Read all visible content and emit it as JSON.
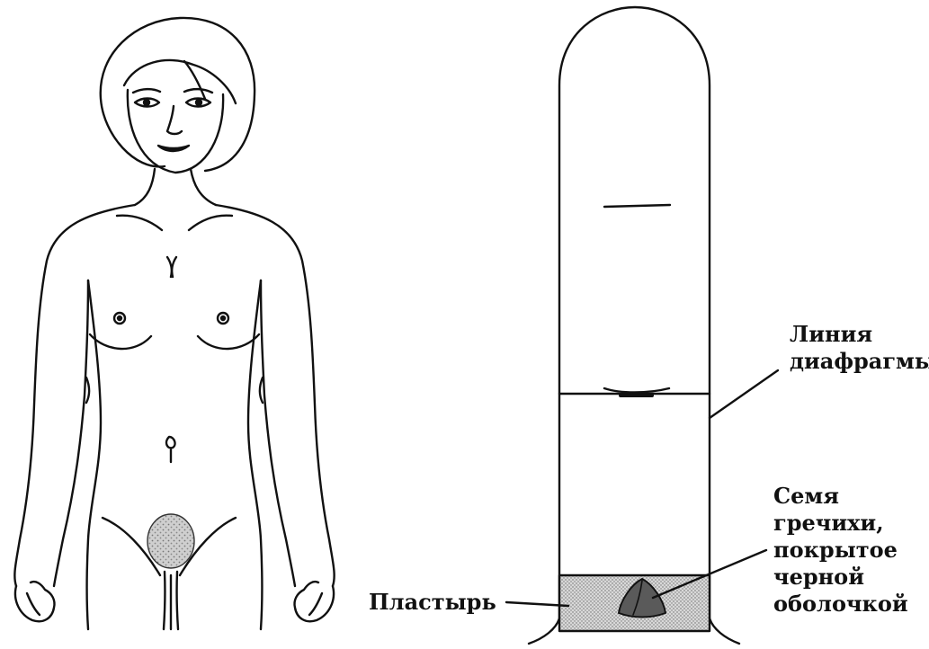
{
  "labels": {
    "diaphragm": [
      "Линия",
      "диафрагмы"
    ],
    "seed": [
      "Семя",
      "гречихи,",
      "покрытое",
      "черной",
      "оболочкой"
    ],
    "plaster": "Пластырь"
  },
  "colors": {
    "ink": "#111111",
    "shading": "#bdbdbd",
    "background": "#ffffff"
  }
}
